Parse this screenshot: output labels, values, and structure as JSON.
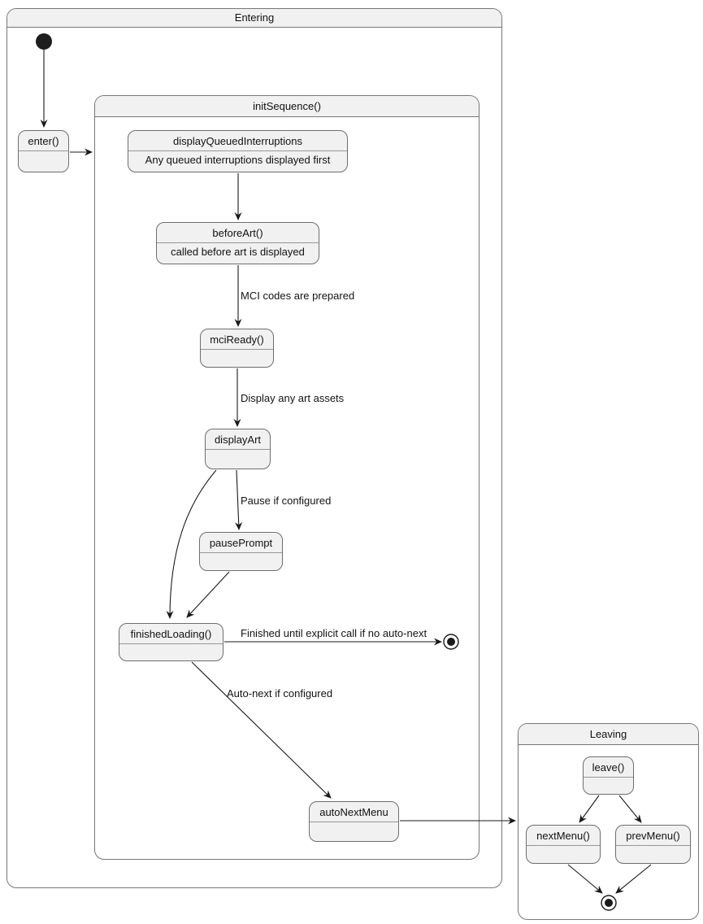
{
  "diagram": {
    "type": "uml-state-diagram",
    "containers": {
      "entering": {
        "title": "Entering"
      },
      "initSequence": {
        "title": "initSequence()"
      },
      "leaving": {
        "title": "Leaving"
      }
    },
    "states": {
      "enter": {
        "title": "enter()",
        "body": ""
      },
      "displayQueuedInterruptions": {
        "title": "displayQueuedInterruptions",
        "body": "Any queued interruptions displayed first"
      },
      "beforeArt": {
        "title": "beforeArt()",
        "body": "called before art is displayed"
      },
      "mciReady": {
        "title": "mciReady()",
        "body": ""
      },
      "displayArt": {
        "title": "displayArt",
        "body": ""
      },
      "pausePrompt": {
        "title": "pausePrompt",
        "body": ""
      },
      "finishedLoading": {
        "title": "finishedLoading()",
        "body": ""
      },
      "autoNextMenu": {
        "title": "autoNextMenu",
        "body": ""
      },
      "leave": {
        "title": "leave()",
        "body": ""
      },
      "nextMenu": {
        "title": "nextMenu()",
        "body": ""
      },
      "prevMenu": {
        "title": "prevMenu()",
        "body": ""
      }
    },
    "transition_labels": {
      "mci_codes": "MCI codes are prepared",
      "display_assets": "Display any art assets",
      "pause": "Pause if configured",
      "finished": "Finished until explicit call if no auto-next",
      "auto_next": "Auto-next if configured"
    },
    "colors": {
      "state_fill": "#f1f1f1",
      "state_border": "#6e6e6e",
      "container_border": "#777777",
      "arrow": "#1a1a1a",
      "text": "#111111",
      "background": "#ffffff"
    }
  }
}
